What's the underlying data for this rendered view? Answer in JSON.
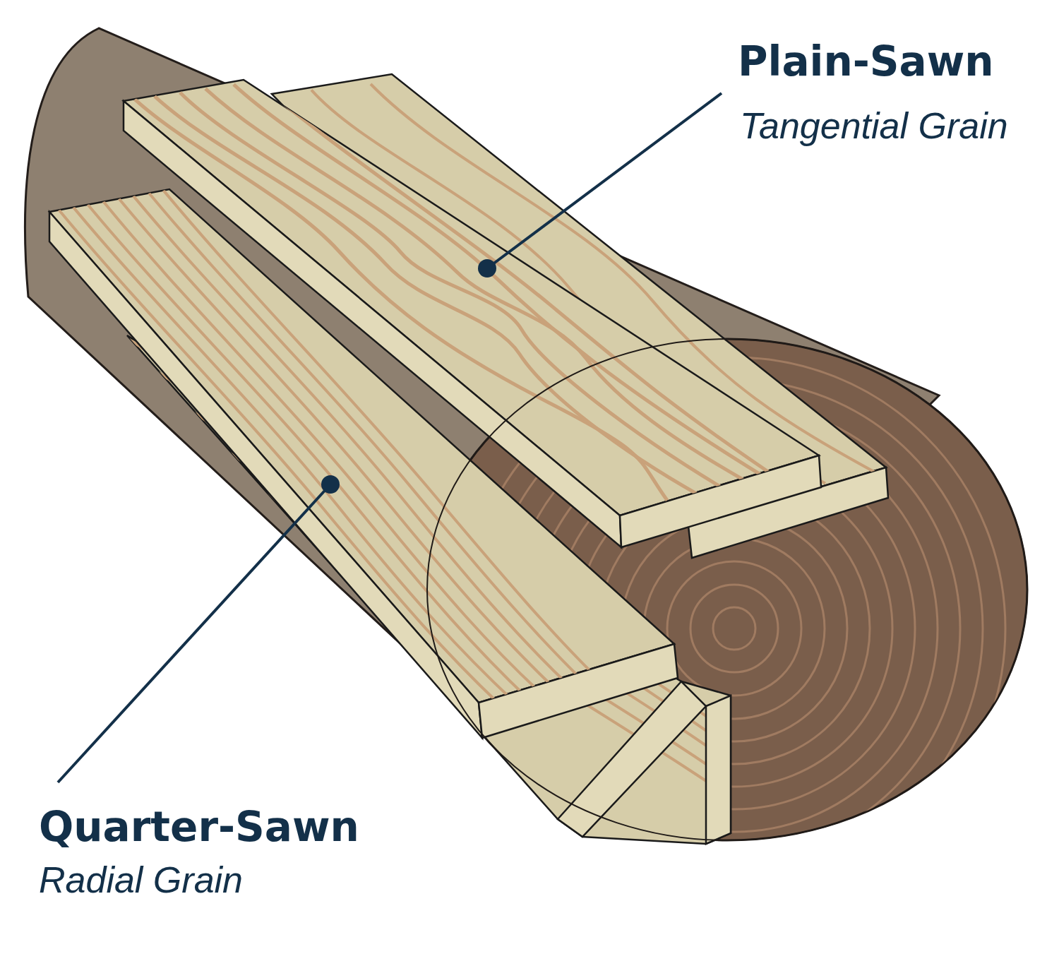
{
  "diagram": {
    "labels": [
      "Plain-Sawn",
      "Tangential Grain",
      "Quarter-Sawn",
      "Radial Grain"
    ]
  }
}
